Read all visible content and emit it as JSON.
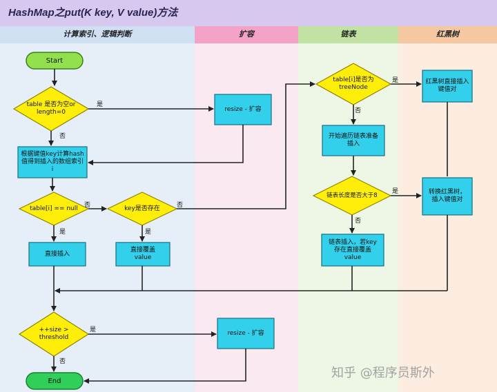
{
  "title": "HashMap之put(K key, V value)方法",
  "lanes": [
    {
      "label": "计算索引、逻辑判断",
      "bg": "#e4eef8",
      "head": "#cfe0f3"
    },
    {
      "label": "扩容",
      "bg": "#fbe7f1",
      "head": "#f5a6cb"
    },
    {
      "label": "链表",
      "bg": "#eef6e4",
      "head": "#c4e3a6"
    },
    {
      "label": "红黑树",
      "bg": "#fcebdc",
      "head": "#f6c9a4"
    }
  ],
  "nodes": {
    "start": "Start",
    "table_empty": "table 是否为空or length=0",
    "resize1": "resize - 扩容",
    "calc_hash": "根据键值key计算hash值得到插入的数组索引i",
    "table_i_null": "table[i] == null",
    "key_exists": "key是否存在",
    "insert_direct": "直接插入",
    "overwrite": "直接覆盖value",
    "is_treenode": "table[i]是否为treeNode",
    "rbtree_insert": "红黑树直接插入键值对",
    "traverse_list": "开始遍历链表准备插入",
    "list_len_gt8": "链表长度是否大于8",
    "convert_tree": "转换红黑树，插入键值对",
    "list_insert": "链表插入，若key存在直接覆盖value",
    "size_gt_threshold": "++size > threshold",
    "resize2": "resize - 扩容",
    "end": "End"
  },
  "edge_labels": {
    "yes": "是",
    "no": "否"
  },
  "watermark": "知乎 @程序员斯外"
}
